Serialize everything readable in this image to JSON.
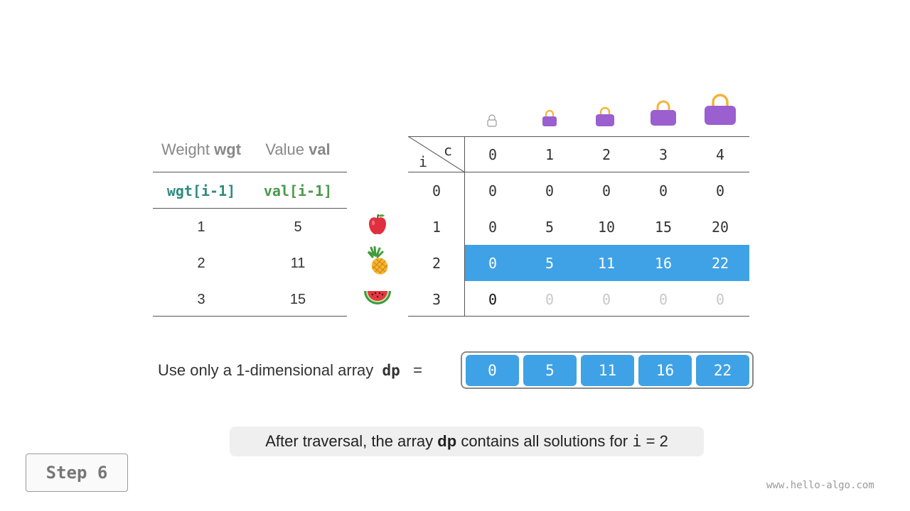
{
  "table_left": {
    "header": {
      "weight_label": "Weight",
      "weight_var": "wgt",
      "value_label": "Value",
      "value_var": "val"
    },
    "subheader": {
      "wgt_expr": "wgt[i-1]",
      "val_expr": "val[i-1]"
    },
    "rows": [
      {
        "wgt": "1",
        "val": "5",
        "item_icon": "apple-icon"
      },
      {
        "wgt": "2",
        "val": "11",
        "item_icon": "pineapple-icon"
      },
      {
        "wgt": "3",
        "val": "15",
        "item_icon": "watermelon-icon"
      }
    ]
  },
  "dp_table": {
    "corner_col_label": "c",
    "corner_row_label": "i",
    "cols": [
      "0",
      "1",
      "2",
      "3",
      "4"
    ],
    "bag_icons": [
      "bag-icon",
      "bag-icon",
      "bag-icon",
      "bag-icon",
      "bag-icon"
    ],
    "row_labels": [
      "0",
      "1",
      "2",
      "3"
    ],
    "values": [
      [
        "0",
        "0",
        "0",
        "0",
        "0"
      ],
      [
        "0",
        "5",
        "10",
        "15",
        "20"
      ],
      [
        "0",
        "5",
        "11",
        "16",
        "22"
      ],
      [
        "0",
        "0",
        "0",
        "0",
        "0"
      ]
    ],
    "highlight_row": 2,
    "highlight_color": "#3fa2e6"
  },
  "array": {
    "label": "Use only a 1-dimensional array",
    "var": "dp",
    "equals": "=",
    "values": [
      "0",
      "5",
      "11",
      "16",
      "22"
    ]
  },
  "caption": {
    "pre": "After traversal, the array",
    "var": "dp",
    "mid": "contains all solutions for",
    "i": "i",
    "eq": "= 2"
  },
  "step_label": "Step 6",
  "footer": "www.hello-algo.com",
  "colors": {
    "teal": "#2e8b7f",
    "green": "#4a9a4a",
    "blue": "#3fa2e6",
    "bag": "#9b5fd0",
    "handle": "#f3b43a"
  }
}
